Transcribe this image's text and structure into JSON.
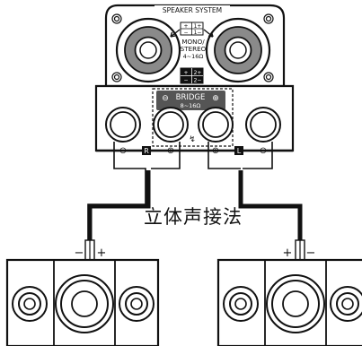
{
  "panel": {
    "label": "SPEAKER SYSTEM",
    "mode_label_line1": "MONO/",
    "mode_label_line2": "STEREO",
    "impedance_stereo": "4~16Ω",
    "bridge_label": "BRIDGE",
    "impedance_bridge": "8~16Ω",
    "plus_symbol": "⊕",
    "minus_symbol": "⊖",
    "channel_right": "R",
    "channel_left": "L"
  },
  "diagram_title": "立体声接法",
  "speakers": {
    "left_minus": "−",
    "left_plus": "+",
    "right_plus": "+",
    "right_minus": "−"
  }
}
